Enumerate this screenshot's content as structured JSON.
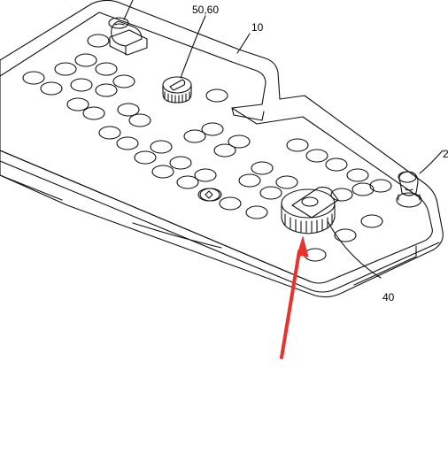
{
  "diagram": {
    "references": {
      "label_50_60": "50,60",
      "label_10": "10",
      "label_40": "40",
      "label_2": "2"
    },
    "colors": {
      "line": "#111111",
      "arrow": "#e8322b",
      "background": "#ffffff"
    }
  }
}
